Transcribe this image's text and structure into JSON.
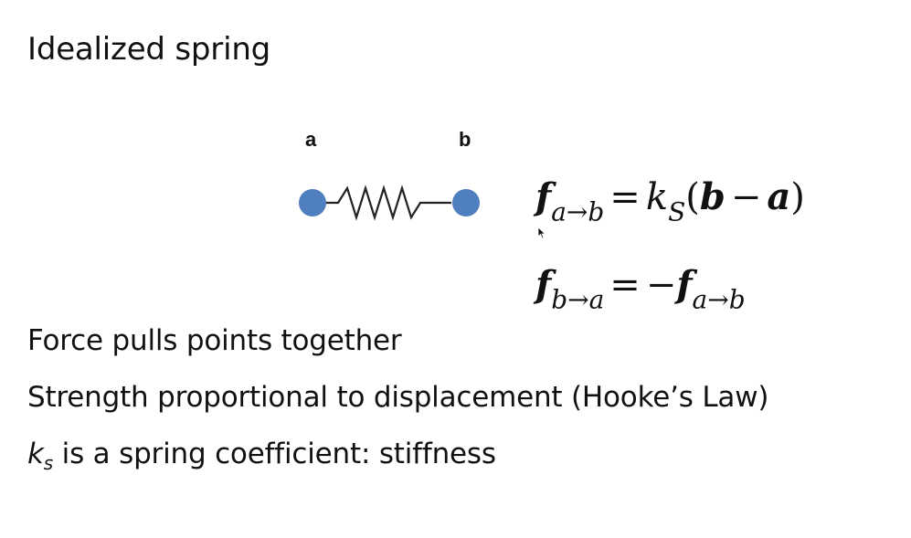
{
  "slide": {
    "title": "Idealized spring",
    "diagram": {
      "label_a": "a",
      "label_b": "b",
      "point_color": "#4f7fbf",
      "spring_color": "#222222"
    },
    "equations": {
      "eq1": {
        "lhs_symbol": "f",
        "lhs_sub": "a→b",
        "eq": "=",
        "k": "k",
        "k_sub": "S",
        "open": "(",
        "b": "b",
        "minus": "−",
        "a": "a",
        "close": ")"
      },
      "eq2": {
        "lhs_symbol": "f",
        "lhs_sub": "b→a",
        "eq": "=",
        "neg": "−",
        "rhs_symbol": "f",
        "rhs_sub": "a→b"
      }
    },
    "bullets": [
      {
        "text": "Force pulls points together"
      },
      {
        "text": "Strength proportional to displacement (Hooke’s Law)"
      },
      {
        "k": "k",
        "k_sub": "s",
        "text": " is a spring coefficient: stiffness"
      }
    ]
  }
}
